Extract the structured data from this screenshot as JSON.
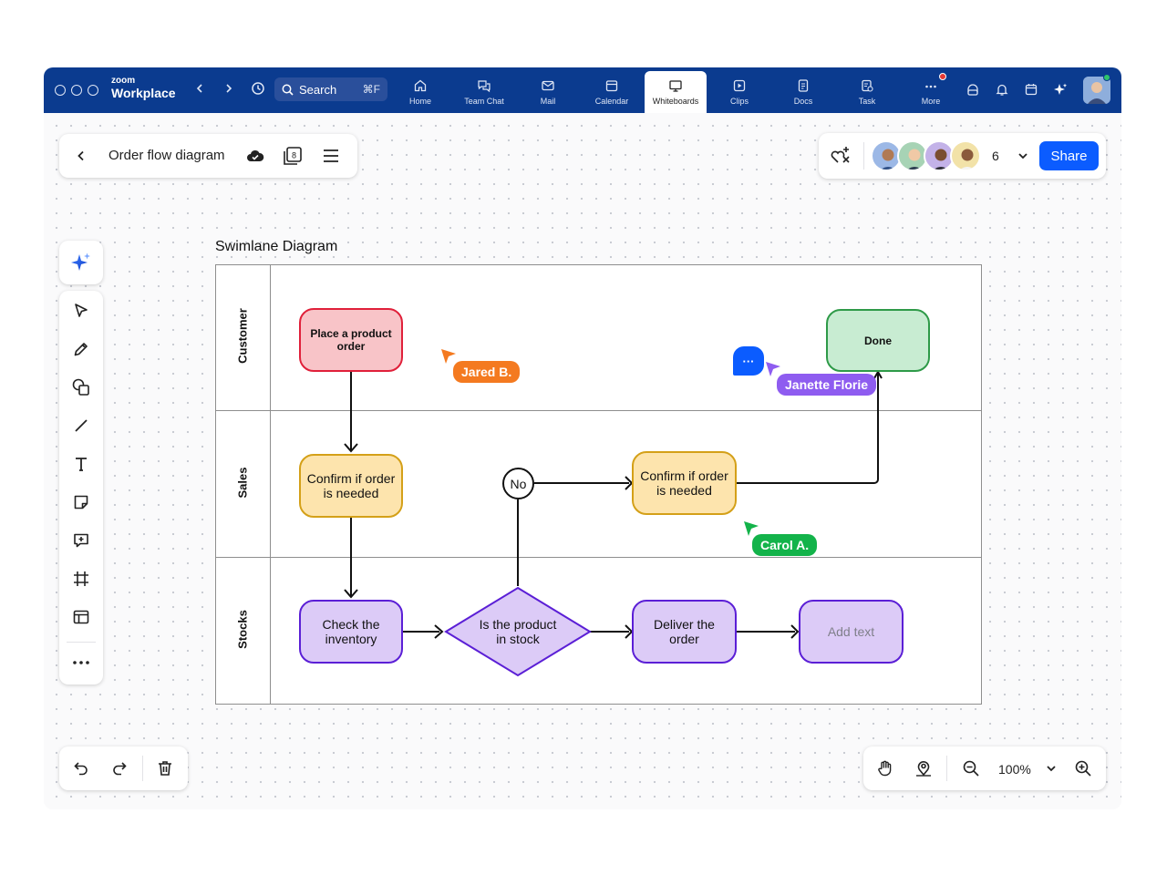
{
  "app": {
    "brand_top": "zoom",
    "brand_bottom": "Workplace"
  },
  "search": {
    "label": "Search",
    "shortcut": "⌘F"
  },
  "tabs": [
    {
      "label": "Home",
      "icon": "home-icon"
    },
    {
      "label": "Team Chat",
      "icon": "chat-icon"
    },
    {
      "label": "Mail",
      "icon": "mail-icon"
    },
    {
      "label": "Calendar",
      "icon": "calendar-icon"
    },
    {
      "label": "Whiteboards",
      "icon": "whiteboard-icon",
      "active": true
    },
    {
      "label": "Clips",
      "icon": "clips-icon"
    },
    {
      "label": "Docs",
      "icon": "docs-icon"
    },
    {
      "label": "Task",
      "icon": "task-icon"
    },
    {
      "label": "More",
      "icon": "more-icon",
      "notification": true
    }
  ],
  "board": {
    "title": "Order flow diagram",
    "pages_count": "8"
  },
  "collab": {
    "count": "6",
    "share_label": "Share"
  },
  "diagram": {
    "title": "Swimlane Diagram",
    "lanes": [
      "Customer",
      "Sales",
      "Stocks"
    ],
    "nodes": {
      "place_order": "Place a product order",
      "done": "Done",
      "confirm_order_1": "Confirm if order is needed",
      "confirm_order_2": "Confirm if order is needed",
      "no": "No",
      "check_inventory": "Check the inventory",
      "in_stock": "Is the product in stock",
      "deliver": "Deliver the order",
      "add_text": "Add text"
    }
  },
  "cursors": {
    "jared": "Jared B.",
    "janette": "Janette Florie",
    "carol": "Carol A.",
    "comment_bubble": "···"
  },
  "zoom": {
    "level": "100%"
  },
  "colors": {
    "titlebar": "#0b3b8f",
    "share": "#0b5cff",
    "red_fill": "#f8c4c8",
    "red_stroke": "#e0203a",
    "yellow_fill": "#fde4ad",
    "yellow_stroke": "#d4a018",
    "green_fill": "#c8ecd2",
    "green_stroke": "#2e9a48",
    "purple_fill": "#dccbf7",
    "purple_stroke": "#5b1fd6",
    "jared": "#f47a20",
    "janette": "#8e5cf0",
    "carol": "#13b34a"
  }
}
